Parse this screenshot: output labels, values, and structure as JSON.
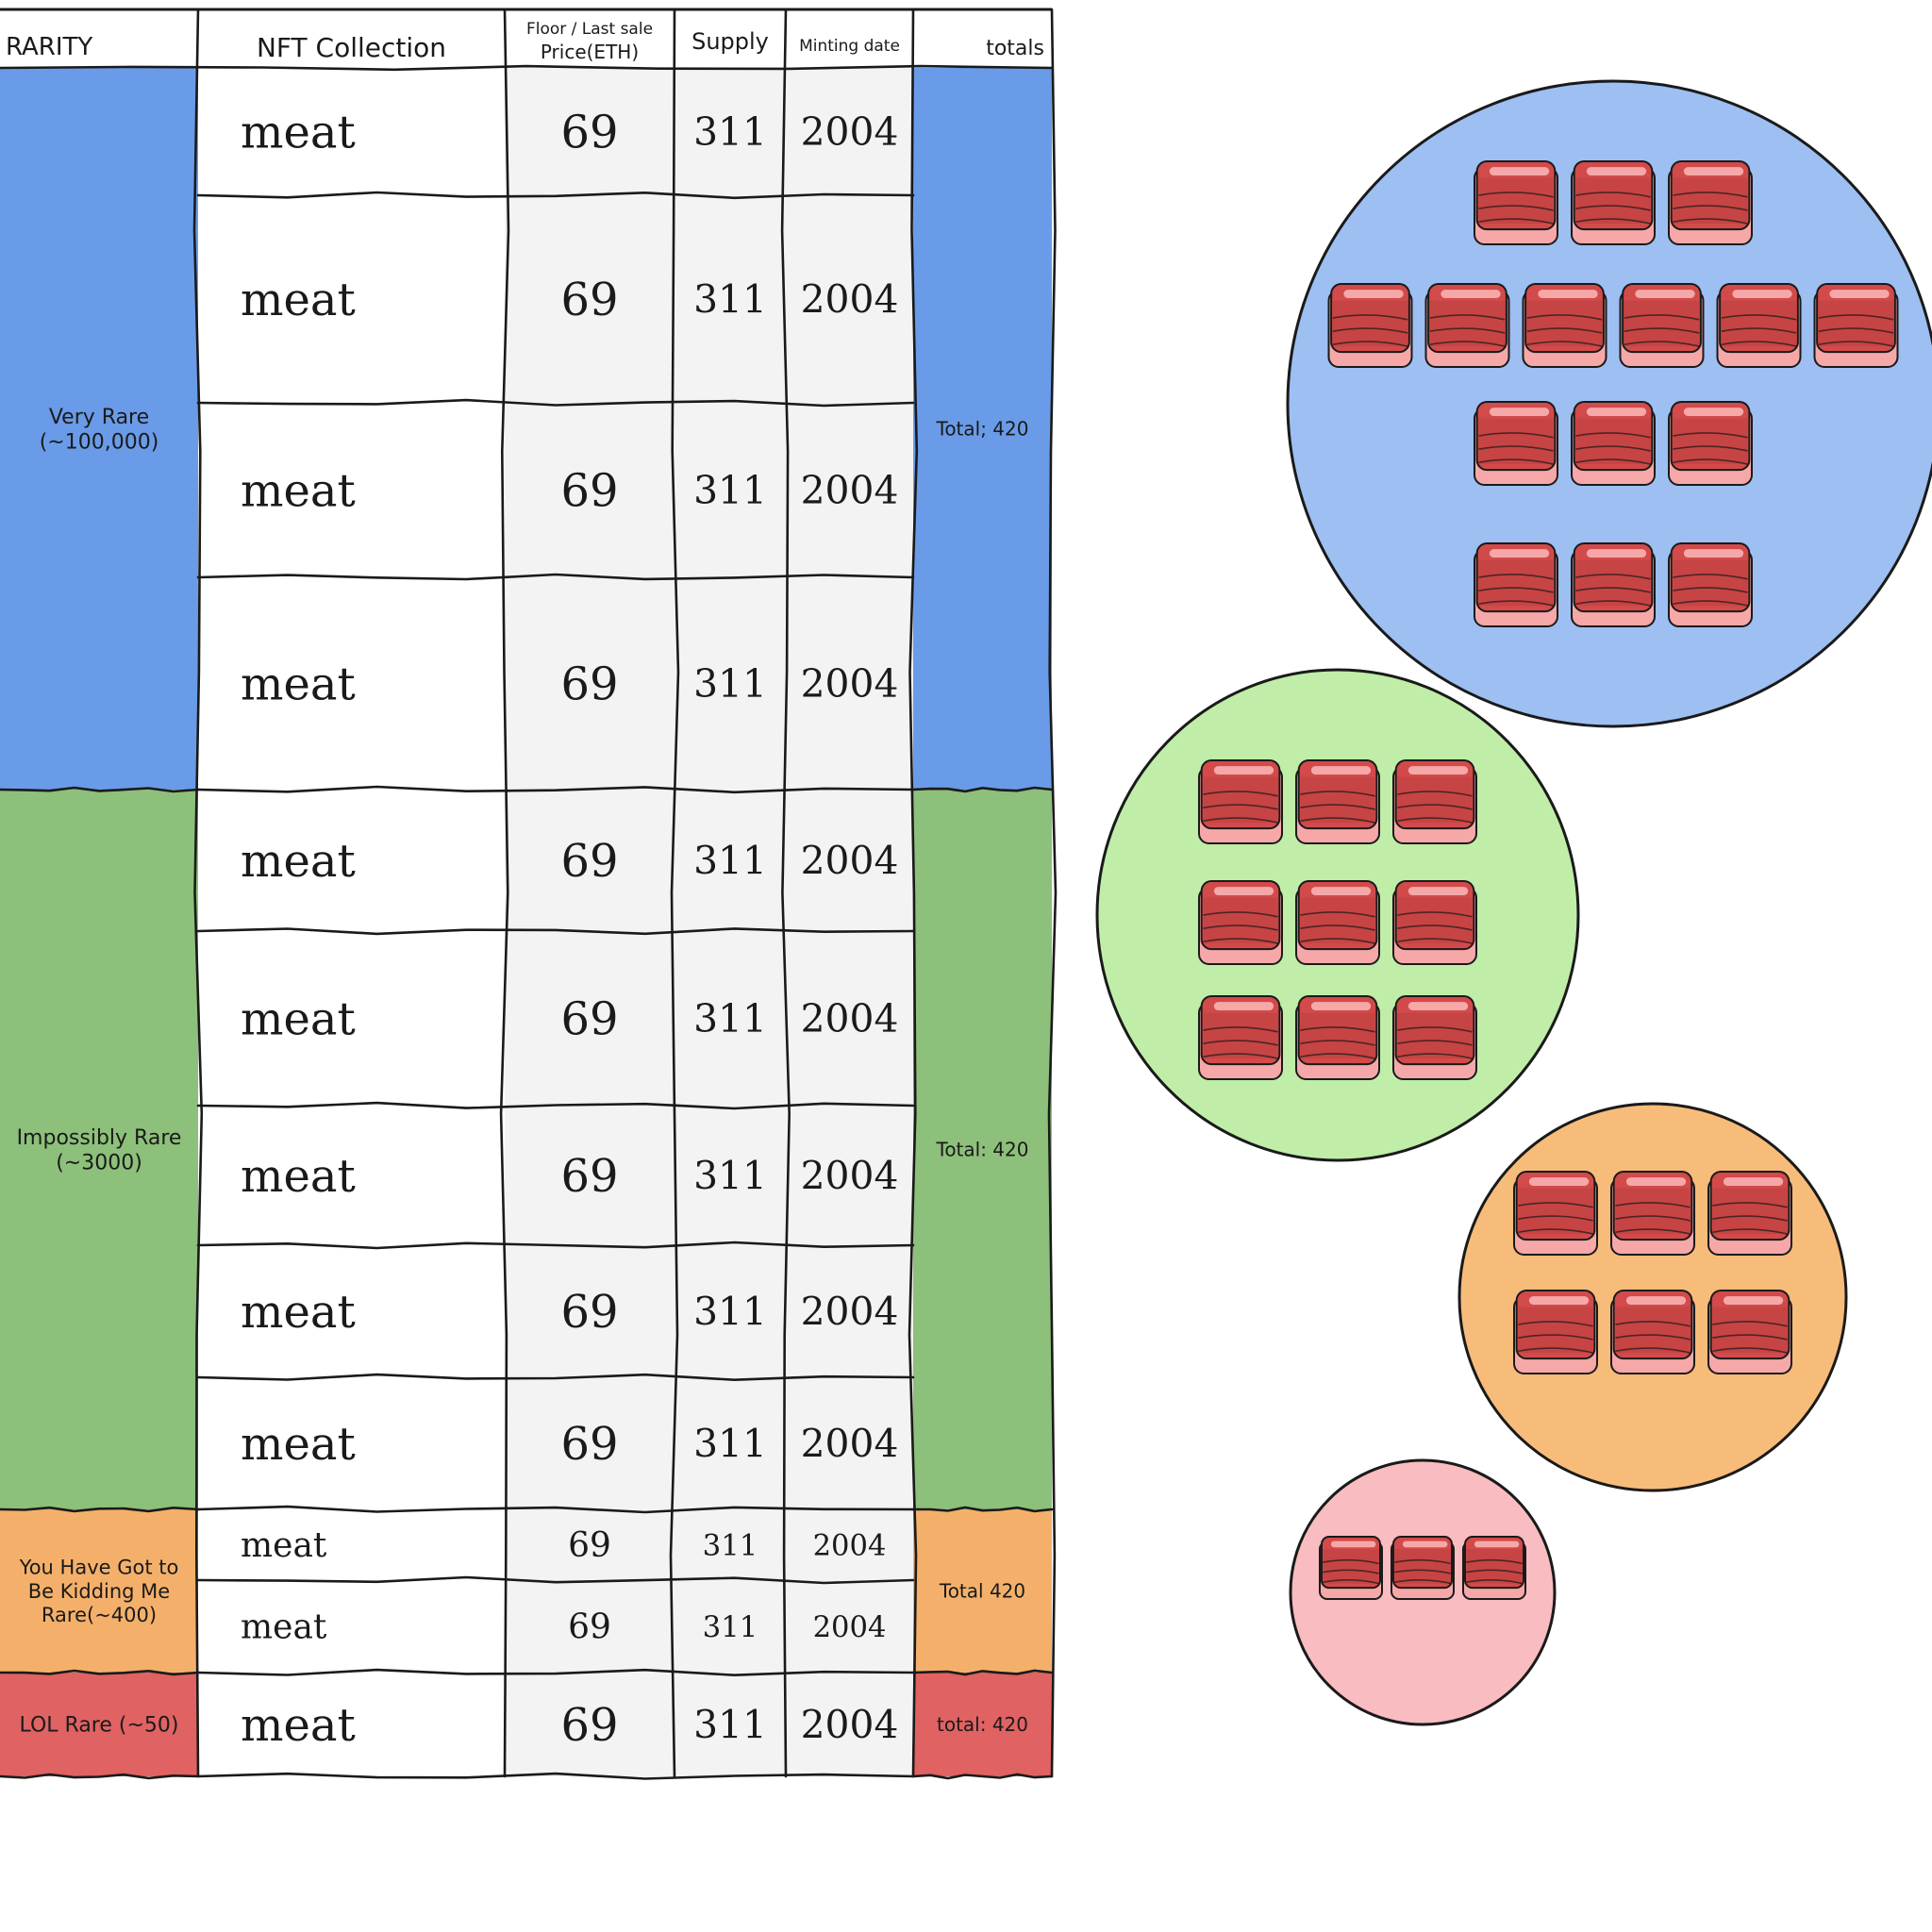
{
  "table": {
    "headers": {
      "rarity": "RARITY",
      "collection": "NFT Collection",
      "price_line1": "Floor / Last sale",
      "price_line2": "Price(ETH)",
      "supply": "Supply",
      "date": "Minting date",
      "totals": "totals"
    },
    "tiers": [
      {
        "name_lines": [
          "Very Rare",
          "(~100,000)"
        ],
        "total": "Total; 420",
        "color": "#6a9be8",
        "rows": 4
      },
      {
        "name_lines": [
          "Impossibly Rare",
          "(~3000)"
        ],
        "total": "Total: 420",
        "color": "#8dc07a",
        "rows": 5
      },
      {
        "name_lines": [
          "You Have Got to",
          "Be Kidding Me",
          "Rare(~400)"
        ],
        "total": "Total 420",
        "color": "#f4b06a",
        "rows": 2
      },
      {
        "name_lines": [
          "LOL Rare (~50)"
        ],
        "total": "total: 420",
        "color": "#e06262",
        "rows": 1
      }
    ],
    "rows": [
      {
        "collection": "meat",
        "price": "69",
        "supply": "311",
        "date": "2004"
      },
      {
        "collection": "meat",
        "price": "69",
        "supply": "311",
        "date": "2004"
      },
      {
        "collection": "meat",
        "price": "69",
        "supply": "311",
        "date": "2004"
      },
      {
        "collection": "meat",
        "price": "69",
        "supply": "311",
        "date": "2004"
      },
      {
        "collection": "meat",
        "price": "69",
        "supply": "311",
        "date": "2004"
      },
      {
        "collection": "meat",
        "price": "69",
        "supply": "311",
        "date": "2004"
      },
      {
        "collection": "meat",
        "price": "69",
        "supply": "311",
        "date": "2004"
      },
      {
        "collection": "meat",
        "price": "69",
        "supply": "311",
        "date": "2004"
      },
      {
        "collection": "meat",
        "price": "69",
        "supply": "311",
        "date": "2004"
      },
      {
        "collection": "meat",
        "price": "69",
        "supply": "311",
        "date": "2004"
      },
      {
        "collection": "meat",
        "price": "69",
        "supply": "311",
        "date": "2004"
      },
      {
        "collection": "meat",
        "price": "69",
        "supply": "311",
        "date": "2004"
      }
    ]
  },
  "clusters": [
    {
      "name": "very-rare-cluster",
      "color": "#9dbff2",
      "row_counts": [
        3,
        6,
        3,
        3
      ]
    },
    {
      "name": "impossibly-rare-cluster",
      "color": "#c0eda8",
      "row_counts": [
        3,
        3,
        3
      ]
    },
    {
      "name": "kidding-me-rare-cluster",
      "color": "#f8bc7a",
      "row_counts": [
        3,
        3
      ]
    },
    {
      "name": "lol-rare-cluster",
      "color": "#f9bcc0",
      "row_counts": [
        3
      ]
    }
  ],
  "colors": {
    "column_bg": "#f3f3f3",
    "meat_dark": "#b23a3a",
    "meat_mid": "#d24a4a",
    "meat_fat": "#f6a8a8",
    "ink": "#1a1a1a"
  },
  "icons": {
    "meat": "meat-steak-icon"
  }
}
